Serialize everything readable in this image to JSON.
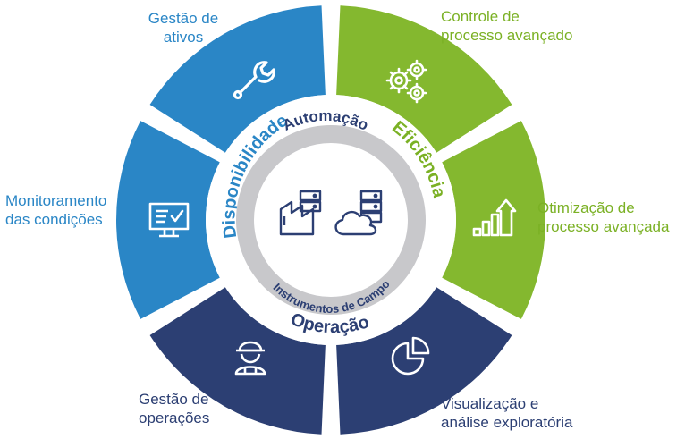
{
  "colors": {
    "light_blue": "#2a86c6",
    "green": "#84b82f",
    "navy": "#2c3f73",
    "gray_ring": "#c8c8cb",
    "label_blue": "#2a86c6",
    "label_green": "#7bb125",
    "label_navy": "#2c3f73"
  },
  "segments": {
    "asset_management": {
      "line1": "Gestão de",
      "line2": "ativos",
      "icon": "wrench-icon"
    },
    "advanced_process_control": {
      "line1": "Controle de",
      "line2": "processo avançado",
      "icon": "gears-icon"
    },
    "condition_monitoring": {
      "line1": "Monitoramento",
      "line2": "das condições",
      "icon": "monitor-icon"
    },
    "advanced_process_optimization": {
      "line1": "Otimização de",
      "line2": "processo avançada",
      "icon": "growth-chart-icon"
    },
    "operations_management": {
      "line1": "Gestão de",
      "line2": "operações",
      "icon": "worker-icon"
    },
    "visualization_analysis": {
      "line1": "Visualização e",
      "line2": "análise exploratória",
      "icon": "pie-chart-icon"
    }
  },
  "ring": {
    "left": "Disponibilidade",
    "right": "Eficiência",
    "bottom": "Operação"
  },
  "inner_ring": {
    "top": "Automação",
    "bottom": "Instrumentos de Campo"
  },
  "center_icons": [
    "factory-server-icon",
    "cloud-server-icon"
  ]
}
